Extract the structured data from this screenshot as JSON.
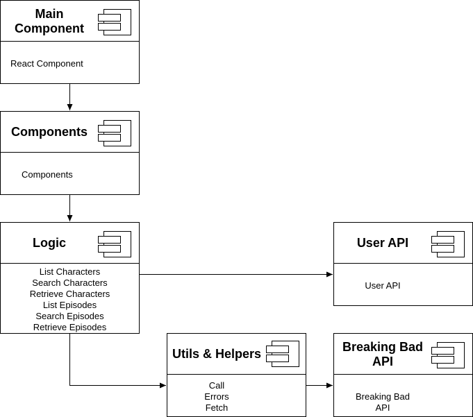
{
  "components": {
    "main": {
      "title": "Main\nComponent",
      "body": "React Component"
    },
    "components": {
      "title": "Components",
      "body": "Components"
    },
    "logic": {
      "title": "Logic",
      "body": "List Characters\nSearch Characters\nRetrieve Characters\nList Episodes\nSearch Episodes\nRetrieve Episodes"
    },
    "user_api": {
      "title": "User API",
      "body": "User API"
    },
    "utils": {
      "title": "Utils & Helpers",
      "body": "Call\nErrors\nFetch"
    },
    "breaking_bad": {
      "title": "Breaking Bad\nAPI",
      "body": "Breaking Bad\nAPI"
    }
  },
  "icon": "uml-component-icon"
}
